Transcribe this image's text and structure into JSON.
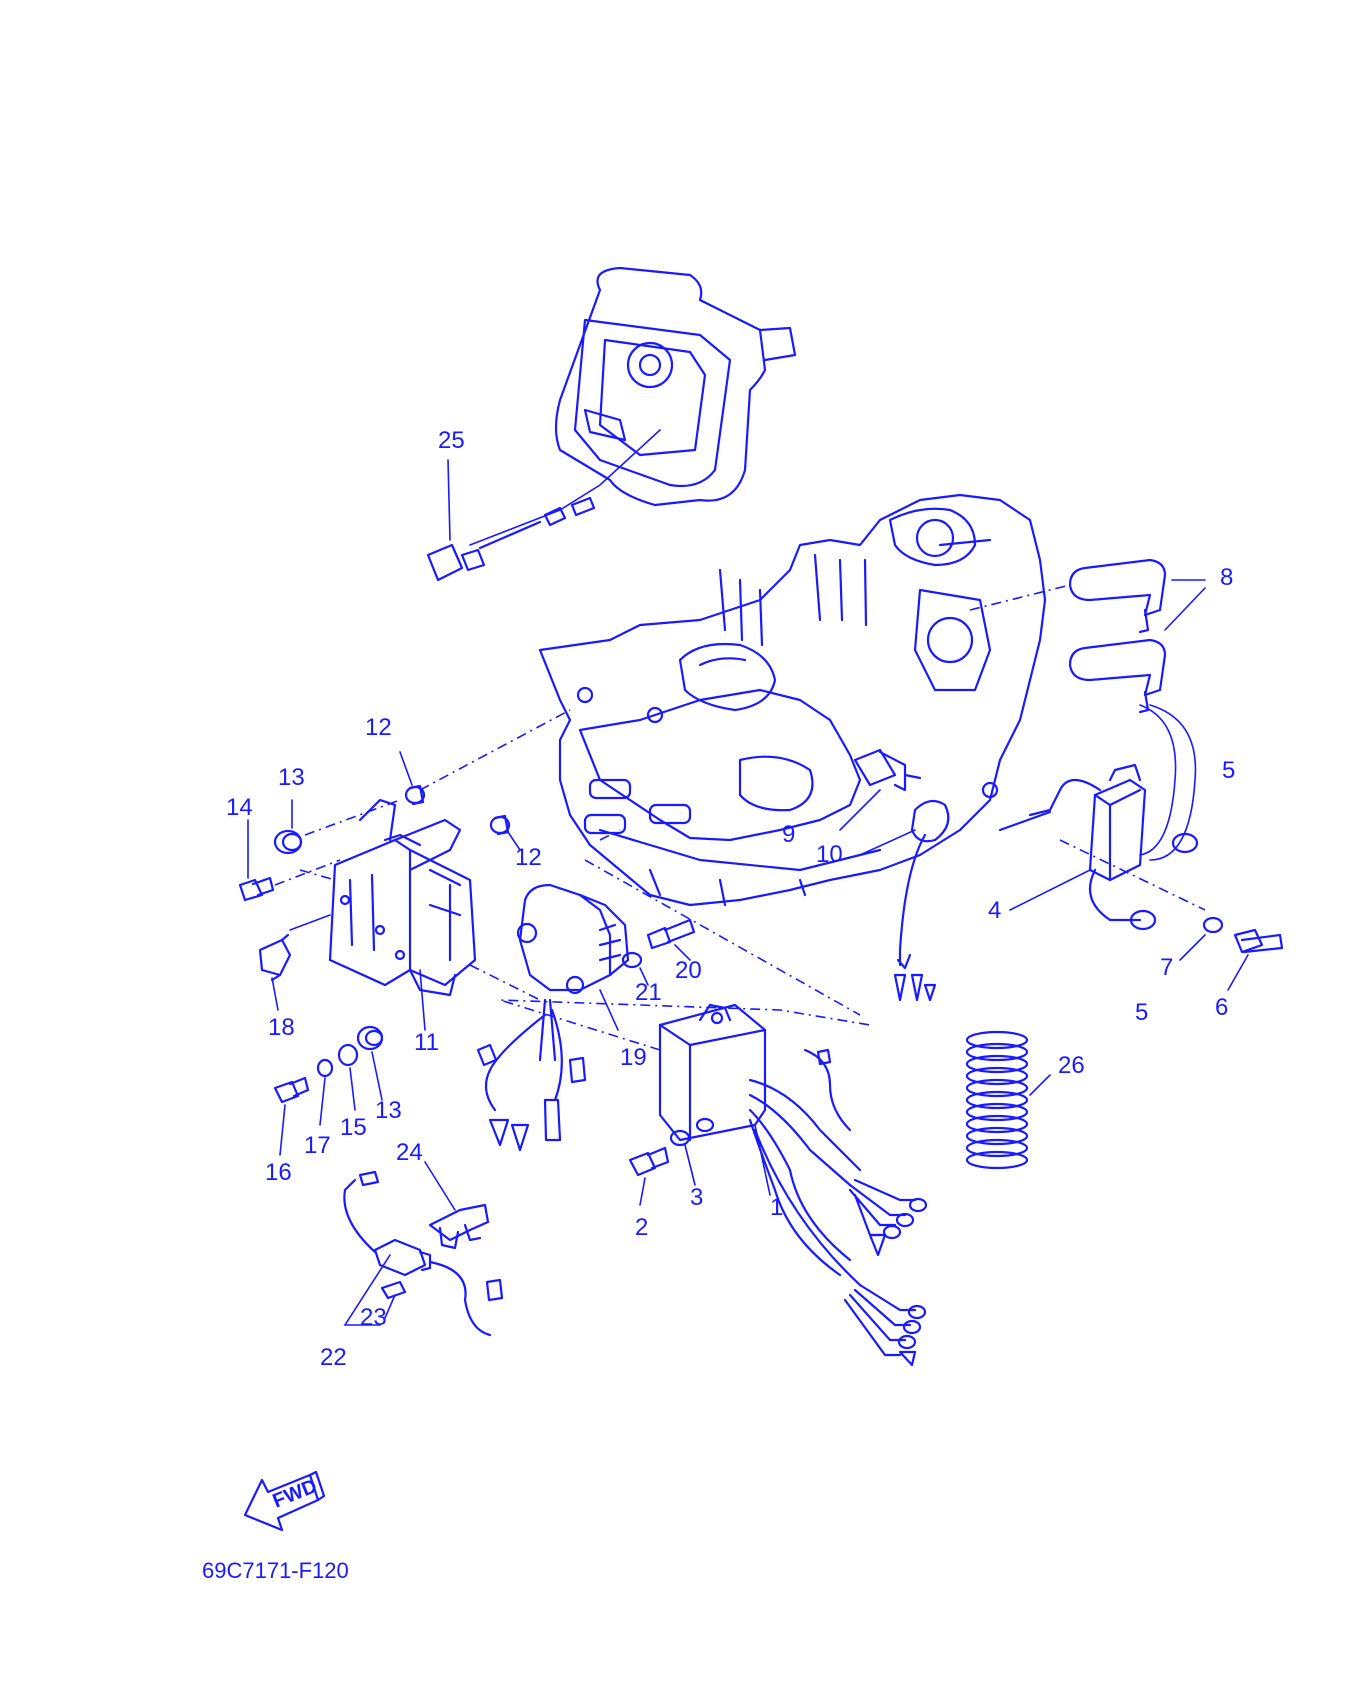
{
  "callouts": [
    "1",
    "2",
    "3",
    "4",
    "5",
    "6",
    "7",
    "8",
    "9",
    "10",
    "11",
    "12",
    "13",
    "14",
    "15",
    "16",
    "17",
    "18",
    "19",
    "20",
    "21",
    "22",
    "23",
    "24",
    "25",
    "26"
  ],
  "fwd_label": "FWD",
  "diagram_code": "69C7171-F120",
  "ink_color": "#1a1aff"
}
